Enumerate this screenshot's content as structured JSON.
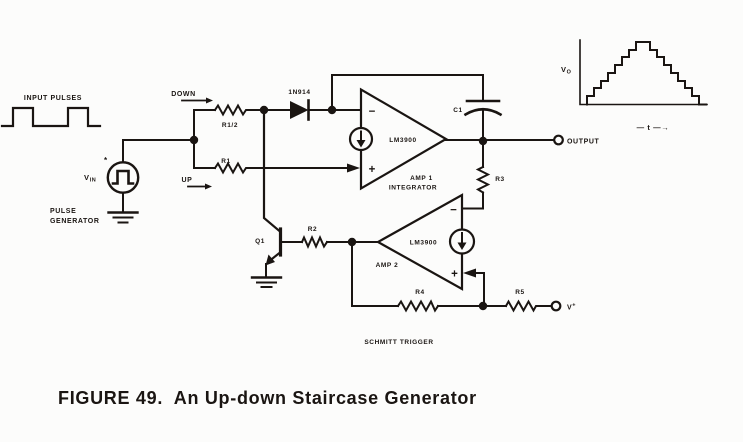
{
  "colors": {
    "ink": "#1a1512",
    "paper": "#fcfcfb"
  },
  "caption": "FIGURE 49.  An Up-down Staircase Generator",
  "generator": {
    "title": "INPUT PULSES",
    "v": "V",
    "v_sub": "IN",
    "note": "*",
    "line1": "PULSE",
    "line2": "GENERATOR"
  },
  "steering": {
    "down": "DOWN",
    "up": "UP",
    "r_half": "R1/2",
    "r1": "R1",
    "diode": "1N914"
  },
  "integrator": {
    "device": "LM3900",
    "name": "AMP 1",
    "role": "INTEGRATOR",
    "minus": "−",
    "plus": "+",
    "cap": "C1",
    "r3": "R3",
    "output": "OUTPUT"
  },
  "schmitt": {
    "device": "LM3900",
    "name": "AMP 2",
    "minus": "−",
    "plus": "+",
    "label": "SCHMITT TRIGGER",
    "q1": "Q1",
    "r2": "R2",
    "r4": "R4",
    "r5": "R5",
    "supply": "V",
    "supply_sup": "+"
  },
  "scope": {
    "v": "V",
    "v_sub": "O",
    "t": "— t —→"
  }
}
